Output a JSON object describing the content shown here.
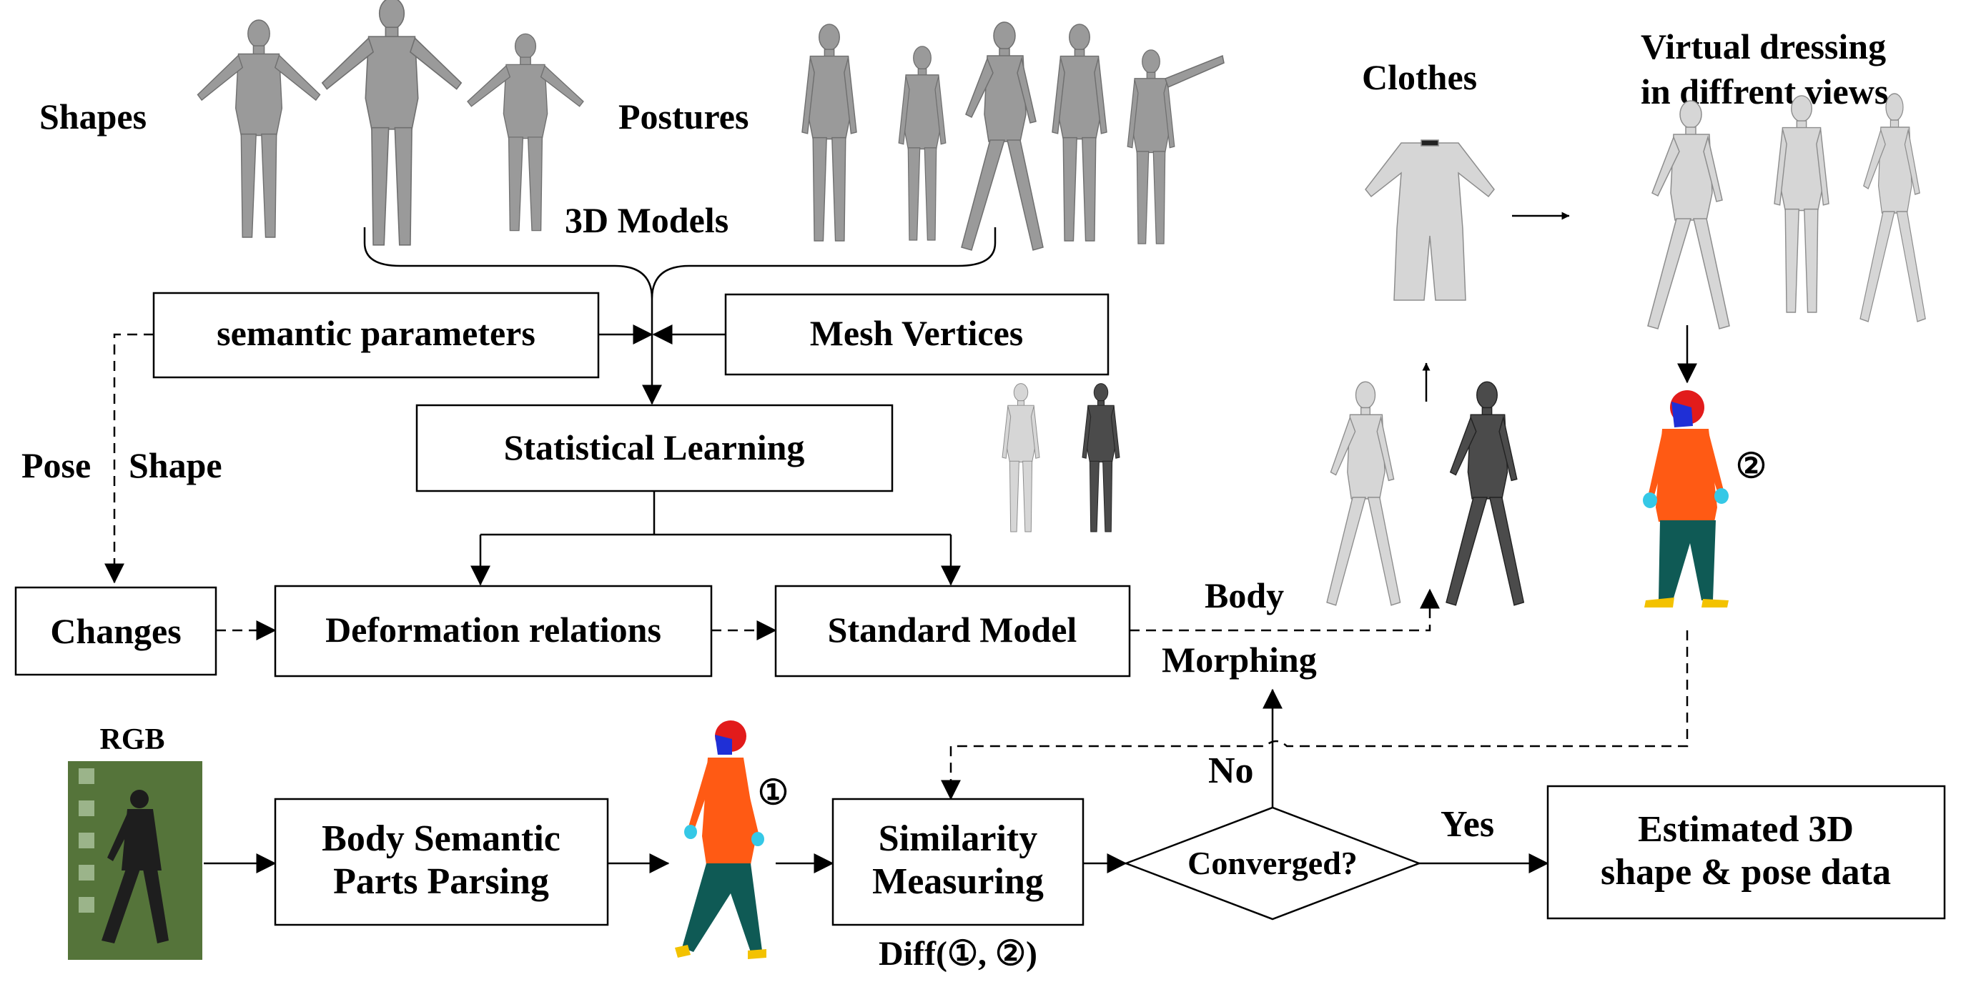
{
  "figure": {
    "top_row": {
      "shapes_label": "Shapes",
      "postures_label": "Postures",
      "models_label": "3D Models",
      "clothes_label": "Clothes",
      "virtual_dressing_line1": "Virtual dressing",
      "virtual_dressing_line2": "in diffrent views"
    },
    "boxes": {
      "semantic_parameters": "semantic parameters",
      "mesh_vertices": "Mesh Vertices",
      "statistical_learning": "Statistical Learning",
      "changes": "Changes",
      "deformation_relations": "Deformation relations",
      "standard_model": "Standard Model",
      "body_semantic_line1": "Body Semantic",
      "body_semantic_line2": "Parts Parsing",
      "similarity_line1": "Similarity",
      "similarity_line2": "Measuring",
      "converged": "Converged?",
      "estimated_line1": "Estimated 3D",
      "estimated_line2": "shape & pose data"
    },
    "labels": {
      "pose": "Pose",
      "shape": "Shape",
      "body": "Body",
      "morphing": "Morphing",
      "rgb": "RGB",
      "no": "No",
      "yes": "Yes",
      "marker_1": "①",
      "marker_2": "②",
      "diff": "Diff(①, ②)"
    },
    "colors": {
      "head_red": "#e21b1b",
      "face_blue": "#1f2fd6",
      "torso_orange": "#ff5a14",
      "legs_teal": "#0f5a55",
      "hands_cyan": "#35c8e6",
      "feet_yellow": "#f3c200",
      "rgb_photo_bg": "#55743a"
    }
  }
}
